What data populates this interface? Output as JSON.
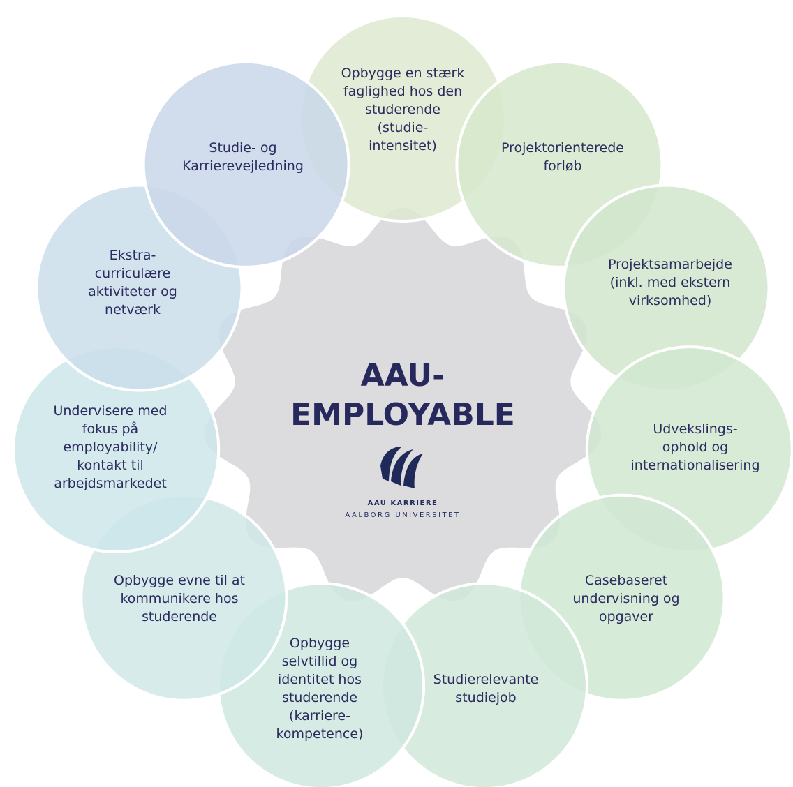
{
  "center": {
    "title_lines": [
      "AAU-",
      "EMPLOYABLE"
    ],
    "logo": {
      "brand": "AAU KARRIERE",
      "university": "AALBORG UNIVERSITET",
      "color": "#1f2a5a"
    },
    "fill": "#dcdcde"
  },
  "circles": [
    {
      "lines": [
        "Opbygge en stærk",
        "faglighed hos den",
        "studerende",
        "(studie-",
        "intensitet)"
      ],
      "fill": "#dde9cf"
    },
    {
      "lines": [
        "Projektorienterede",
        "forløb"
      ],
      "fill": "#d6e8cd"
    },
    {
      "lines": [
        "Projektsamarbejde",
        "(inkl. med ekstern",
        "virksomhed)"
      ],
      "fill": "#d2e7cd"
    },
    {
      "lines": [
        "Udvekslings-",
        "ophold og",
        "internationalisering"
      ],
      "fill": "#d2e8d0"
    },
    {
      "lines": [
        "Casebaseret",
        "undervisning og",
        "opgaver"
      ],
      "fill": "#d1e8d3"
    },
    {
      "lines": [
        "Studierelevante",
        "studiejob"
      ],
      "fill": "#d0e8d8"
    },
    {
      "lines": [
        "Opbygge",
        "selvtillid og",
        "identitet hos",
        "studerende",
        "(karriere-",
        "kompetence)"
      ],
      "fill": "#cfe8df"
    },
    {
      "lines": [
        "Opbygge evne til at",
        "kommunikere hos",
        "studerende"
      ],
      "fill": "#cfe8e6"
    },
    {
      "lines": [
        "Undervisere med",
        "fokus på",
        "employability/",
        "kontakt til",
        "arbejdsmarkedet"
      ],
      "fill": "#cde6ea"
    },
    {
      "lines": [
        "Ekstra-",
        "curriculære",
        "aktiviteter og",
        "netværk"
      ],
      "fill": "#cbdeeb"
    },
    {
      "lines": [
        "Studie- og",
        "Karrierevejledning"
      ],
      "fill": "#c9d7ea"
    }
  ]
}
